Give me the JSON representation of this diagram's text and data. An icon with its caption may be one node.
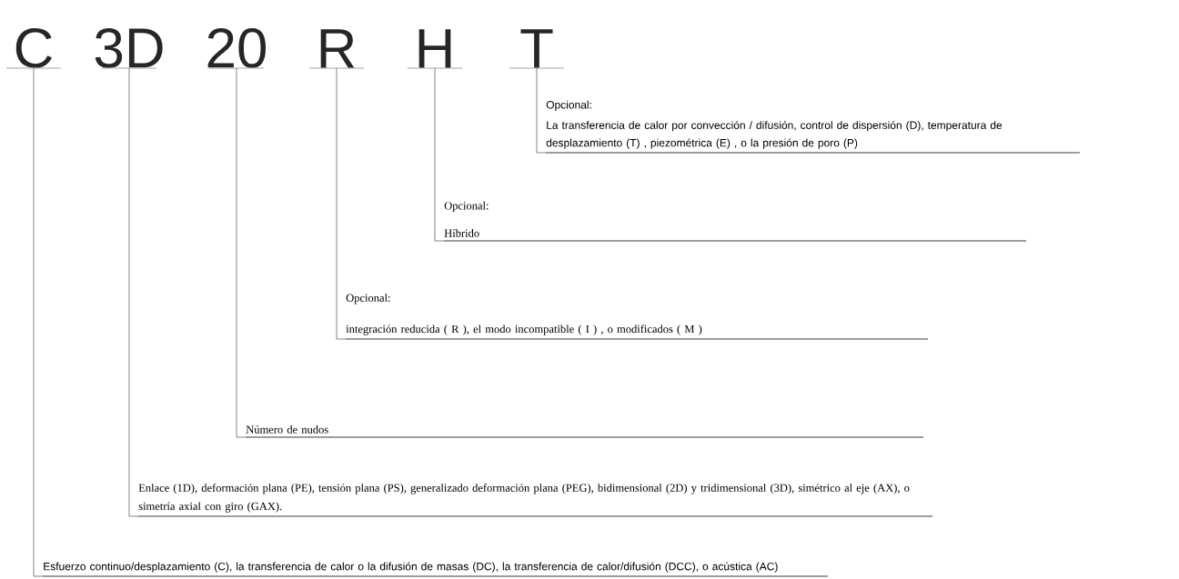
{
  "diagram": {
    "nodes": [
      {
        "text": [
          "C"
        ]
      },
      {
        "text": [
          "3D"
        ]
      },
      {
        "text": [
          "20"
        ]
      },
      {
        "text": [
          "R"
        ]
      },
      {
        "text": [
          "H"
        ]
      },
      {
        "text": [
          "T"
        ]
      },
      {
        "text": [
          "Opcional:",
          "La transferencia de calor por convección / difusión, control de dispersión (D), temperatura de desplazamiento (T) , piezométrica (E) , o la presión de poro (P)"
        ]
      },
      {
        "text": [
          "Opcional:",
          "Híbrido"
        ]
      },
      {
        "text": [
          "Opcional:",
          "integración reducida ( R ), el modo incompatible ( I ) , o modificados ( M )"
        ]
      },
      {
        "text": [
          "Número de nudos"
        ]
      },
      {
        "text": [
          "Enlace (1D), deformación plana (PE), tensión plana (PS), generalizado deformación plana (PEG), bidimensional (2D) y tridimensional (3D), simétrico al eje (AX), o simetría axial con giro (GAX)."
        ]
      },
      {
        "text": [
          "Esfuerzo continuo/desplazamiento (C), la transferencia de calor o la difusión de masas (DC), la transferencia de calor/difusión (DCC), o acústica (AC)"
        ]
      }
    ],
    "edges": [
      {
        "from": 5,
        "to": 6,
        "arrow": "none"
      },
      {
        "from": 4,
        "to": 7,
        "arrow": "none"
      },
      {
        "from": 3,
        "to": 8,
        "arrow": "none"
      },
      {
        "from": 2,
        "to": 9,
        "arrow": "none"
      },
      {
        "from": 1,
        "to": 10,
        "arrow": "none"
      },
      {
        "from": 0,
        "to": 11,
        "arrow": "none"
      }
    ]
  }
}
